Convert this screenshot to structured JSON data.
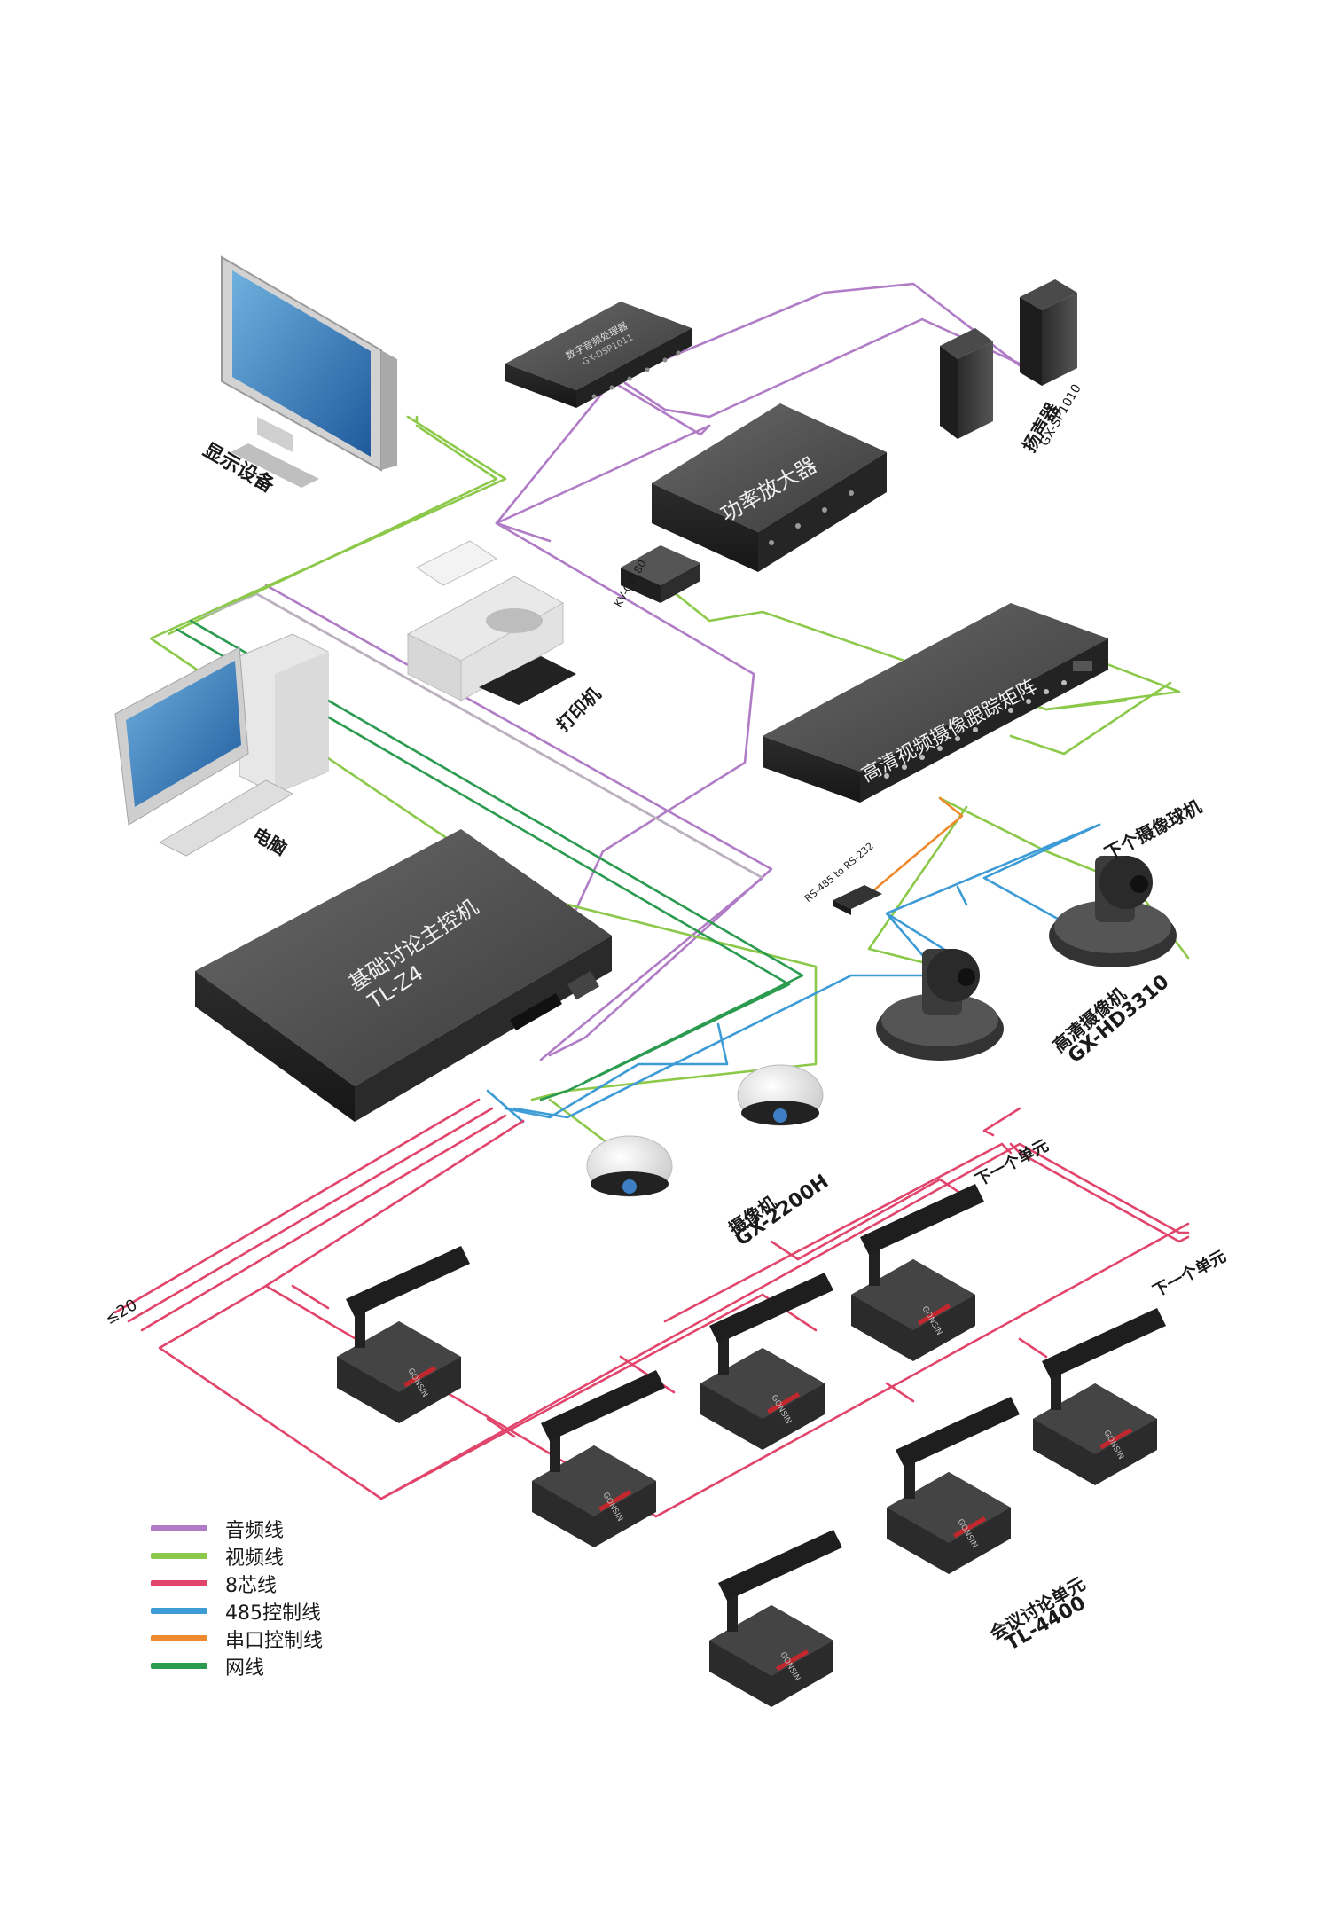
{
  "legend": [
    {
      "label": "音频线",
      "color": "#b07cc6"
    },
    {
      "label": "视频线",
      "color": "#8cc94b"
    },
    {
      "label": "8芯线",
      "color": "#e2456c"
    },
    {
      "label": "485控制线",
      "color": "#3d9bd6"
    },
    {
      "label": "串口控制线",
      "color": "#ee8a2d"
    },
    {
      "label": "网线",
      "color": "#2b9b4f"
    }
  ],
  "labels": {
    "display": "显示设备",
    "dsp_name": "数字音频处理器",
    "dsp_model": "GX-DSP1011",
    "amplifier": "功率放大器",
    "speaker_name": "扬声器",
    "speaker_model": "GX-SP1010",
    "kvm": "KV-CV180",
    "printer": "打印机",
    "matrix": "高清视频摄像跟踪矩阵",
    "computer": "电脑",
    "next_ptz": "下个摄像球机",
    "converter": "RS-485 to RS-232",
    "controller_name": "基础讨论主控机",
    "controller_model": "TL-Z4",
    "hd_camera_name": "高清摄像机",
    "hd_camera_model": "GX-HD3310",
    "dome_name": "摄像机",
    "dome_model": "GX-2200H",
    "next_unit_1": "下一个单元",
    "next_unit_2": "下一个单元",
    "max_units": "≤20",
    "unit_name": "会议讨论单元",
    "unit_model": "TL-4400",
    "mic_brand": "GONSIN"
  }
}
